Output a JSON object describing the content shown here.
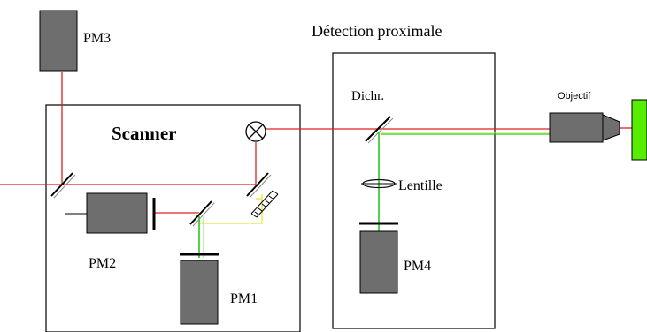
{
  "labels": {
    "pm1": "PM1",
    "pm2": "PM2",
    "pm3": "PM3",
    "pm4": "PM4",
    "scanner": "Scanner",
    "detection_title": "Détection proximale",
    "dichroic": "Dichr.",
    "lens": "Lentille",
    "objective": "Objectif"
  },
  "colors": {
    "beam_red": "#e02020",
    "beam_green": "#22cc22",
    "beam_yellow": "#e8e830",
    "pm_body": "#6e6e6e",
    "sample": "#55ee00"
  }
}
